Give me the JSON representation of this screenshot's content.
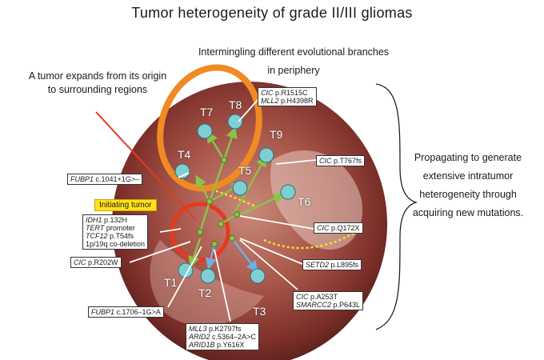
{
  "title": "Tumor heterogeneity of grade II/III gliomas",
  "notes": {
    "expands_line1": "A tumor expands from its origin",
    "expands_line2": "to surrounding regions",
    "periphery_line1": "Intermingling different evolutional branches",
    "periphery_line2": "in periphery",
    "side_line1": "Propagating to generate",
    "side_line2": "extensive intratumor",
    "side_line3": "heterogeneity through",
    "side_line4": "acquiring new mutations."
  },
  "initiating_label": "Initiating tumor",
  "regions": [
    "T1",
    "T2",
    "T3",
    "T4",
    "T5",
    "T6",
    "T7",
    "T8",
    "T9"
  ],
  "mutations": {
    "cic_r1515c_gene": "CIC",
    "cic_r1515c_change": "p.R1515C",
    "mll2_gene": "MLL2",
    "mll2_change": "p.H4398R",
    "cic_t767_gene": "CIC",
    "cic_t767_change": "p.T767fs",
    "fubp1_a_gene": "FUBP1",
    "fubp1_a_change": "c.1041+1G>–",
    "cic_q172_gene": "CIC",
    "cic_q172_change": "p.Q172X",
    "setd2_gene": "SETD2",
    "setd2_change": "p.L895fs",
    "cic_a253_gene": "CIC",
    "cic_a253_change": "p.A253T",
    "smarcc2_gene": "SMARCC2",
    "smarcc2_change": "p.P643L",
    "mll3_gene": "MLL3",
    "mll3_change": "p.K2797fs",
    "arid2_gene": "ARID2",
    "arid2_change": "c.5364–2A>C",
    "arid1b_gene": "ARID1B",
    "arid1b_change": "p.Y616X",
    "fubp1_b_gene": "FUBP1",
    "fubp1_b_change": "c.1706–1G>A",
    "cic_r202_gene": "CIC",
    "cic_r202_change": "p.R202W",
    "idh1_gene": "IDH1",
    "idh1_change": "p.132H",
    "tert_gene": "TERT",
    "tert_change": "promoter",
    "tcf12_gene": "TCF12",
    "tcf12_change": "p.T54fs",
    "codeletion": "1p/19q co-deletion"
  },
  "colors": {
    "region_dot": "#7ecfd4",
    "branch": "#8bc34a",
    "orange_ring": "#f08a24",
    "red_ring": "#e53920",
    "initiating_bg": "#ffe21a"
  }
}
